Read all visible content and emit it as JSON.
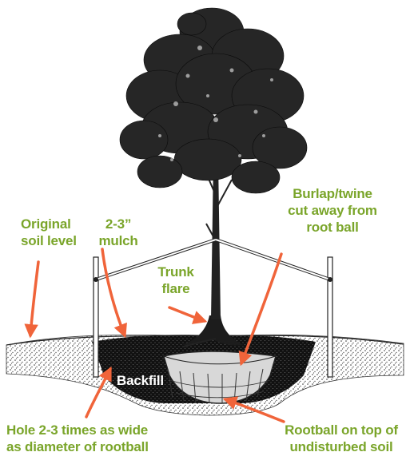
{
  "colors": {
    "label": "#7aa52a",
    "arrow": "#f0643a",
    "backfill_text": "#ffffff",
    "ink": "#1a1a1a"
  },
  "labels": {
    "original_soil": [
      "Original",
      "soil level"
    ],
    "mulch": [
      "2-3”",
      "mulch"
    ],
    "burlap": [
      "Burlap/twine",
      "cut away from",
      "root ball"
    ],
    "trunk_flare": [
      "Trunk",
      "flare"
    ],
    "backfill": "Backfill",
    "hole": [
      "Hole 2-3 times as wide",
      "as diameter of rootball"
    ],
    "rootball": [
      "Rootball on top of",
      "undisturbed soil"
    ]
  }
}
